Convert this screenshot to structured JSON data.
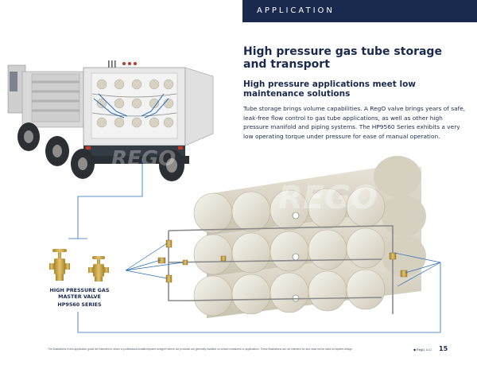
{
  "header": {
    "section_label": "APPLICATION"
  },
  "article": {
    "title": "High pressure gas tube storage and transport",
    "subtitle": "High pressure applications meet low maintenance solutions",
    "body": "Tube storage brings volume capabilities. A RegO valve brings years of safe, leak-free flow control to gas tube applications, as well as other high pressure manifold and piping systems. The HP9560 Series exhibits a very low operating torque under pressure for ease of manual operation."
  },
  "product": {
    "caption": "HIGH PRESSURE GAS MASTER VALVE",
    "series": "HP9560 SERIES"
  },
  "watermark": "REGO",
  "footer": {
    "disclaimer": "The illustrations in this application guide are intended to inform a professional installer/system designer where our products are generally installed on certain containers or applications. These illustrations are not intended for and must not be used for system design.",
    "brand": "◆ RegO, LLC",
    "page_number": "15"
  },
  "colors": {
    "navy": "#1a2a4f",
    "callout_blue": "#2a6fb8",
    "tank": "#ddd8ca",
    "valve_brass": "#c9a441"
  }
}
